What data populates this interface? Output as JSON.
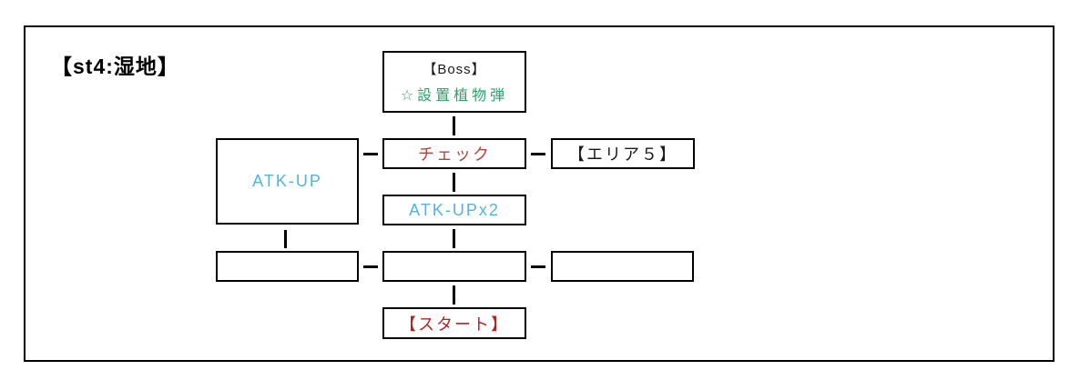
{
  "page": {
    "title": "【st4:湿地】"
  },
  "colors": {
    "frame_border": "#000000",
    "connector": "#000000",
    "boss_text": "#1a1a1a",
    "green_text": "#2e9e6b",
    "cyan_text": "#4fb6df",
    "check_red": "#b5443c",
    "start_red": "#b22222"
  },
  "diagram": {
    "nodes": {
      "boss": {
        "title": "【Boss】",
        "subtitle": "☆設置植物弾"
      },
      "atk_up": {
        "label": "ATK-UP"
      },
      "check": {
        "label": "チェック"
      },
      "area5": {
        "label": "【エリア５】"
      },
      "atk_up_x2": {
        "label": "ATK-UPx2"
      },
      "room_left": {
        "label": ""
      },
      "room_center": {
        "label": ""
      },
      "room_right": {
        "label": ""
      },
      "start": {
        "label": "【スタート】"
      }
    },
    "edges": [
      "boss - check",
      "atk_up - check",
      "check - area5",
      "check - atk_up_x2",
      "atk_up_x2 - room_center",
      "atk_up - room_left",
      "room_left - room_center",
      "room_center - room_right",
      "room_center - start"
    ]
  }
}
